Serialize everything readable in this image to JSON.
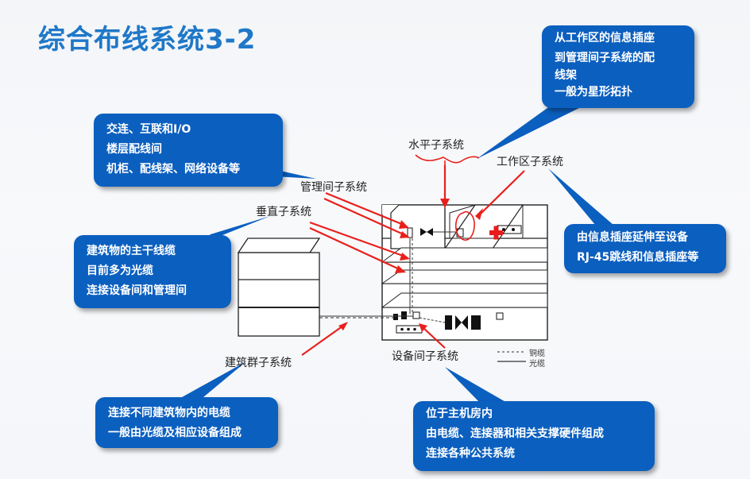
{
  "title": "综合布线系统3-2",
  "callouts": {
    "horizontal": [
      "从工作区的信息插座",
      "到管理间子系统的配",
      "线架",
      "一般为星形拓扑"
    ],
    "management": [
      "交连、互联和I/O",
      "楼层配线间",
      "机柜、配线架、网络设备等"
    ],
    "backbone": [
      "建筑物的主干线缆",
      "目前多为光缆",
      "连接设备间和管理间"
    ],
    "workarea": [
      "由信息插座延伸至设备",
      "RJ-45跳线和信息插座等"
    ],
    "campus": [
      "连接不同建筑物内的电缆",
      "一般由光缆及相应设备组成"
    ],
    "equipment": [
      "位于主机房内",
      "由电缆、连接器和相关支撑硬件组成",
      "连接各种公共系统"
    ]
  },
  "labels": {
    "horizontal": "水平子系统",
    "workarea": "工作区子系统",
    "management": "管理间子系统",
    "backbone": "垂直子系统",
    "campus": "建筑群子系统",
    "equipment": "设备间子系统"
  },
  "legend": {
    "copper": "铜缆",
    "fiber": "光缆"
  },
  "colors": {
    "title": "#1f78c8",
    "callout_bg": "#0b5fbf",
    "arrow": "#e8201c",
    "line": "#1e3c78"
  }
}
